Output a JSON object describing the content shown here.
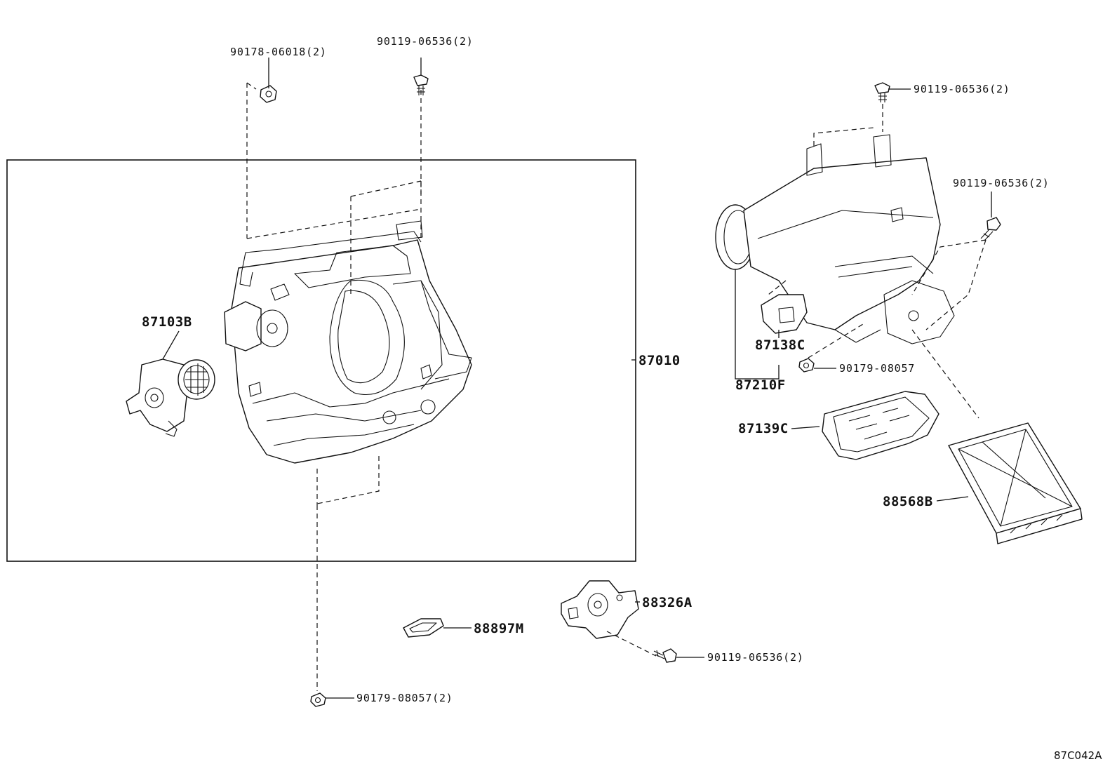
{
  "callouts": [
    {
      "id": "90178-06018",
      "text": "90178-06018(2)"
    },
    {
      "id": "90119-06536-top",
      "text": "90119-06536(2)"
    },
    {
      "id": "90119-06536-right-top",
      "text": "90119-06536(2)"
    },
    {
      "id": "90119-06536-right-mid",
      "text": "90119-06536(2)"
    },
    {
      "id": "87103B",
      "text": "87103B"
    },
    {
      "id": "87010",
      "text": "87010"
    },
    {
      "id": "87138C",
      "text": "87138C"
    },
    {
      "id": "90179-08057-right",
      "text": "90179-08057"
    },
    {
      "id": "87210F",
      "text": "87210F"
    },
    {
      "id": "87139C",
      "text": "87139C"
    },
    {
      "id": "88568B",
      "text": "88568B"
    },
    {
      "id": "88326A",
      "text": "88326A"
    },
    {
      "id": "88897M",
      "text": "88897M"
    },
    {
      "id": "90119-06536-bottom",
      "text": "90119-06536(2)"
    },
    {
      "id": "90179-08057-bottom",
      "text": "90179-08057(2)"
    }
  ],
  "reference_code": "87C042A"
}
